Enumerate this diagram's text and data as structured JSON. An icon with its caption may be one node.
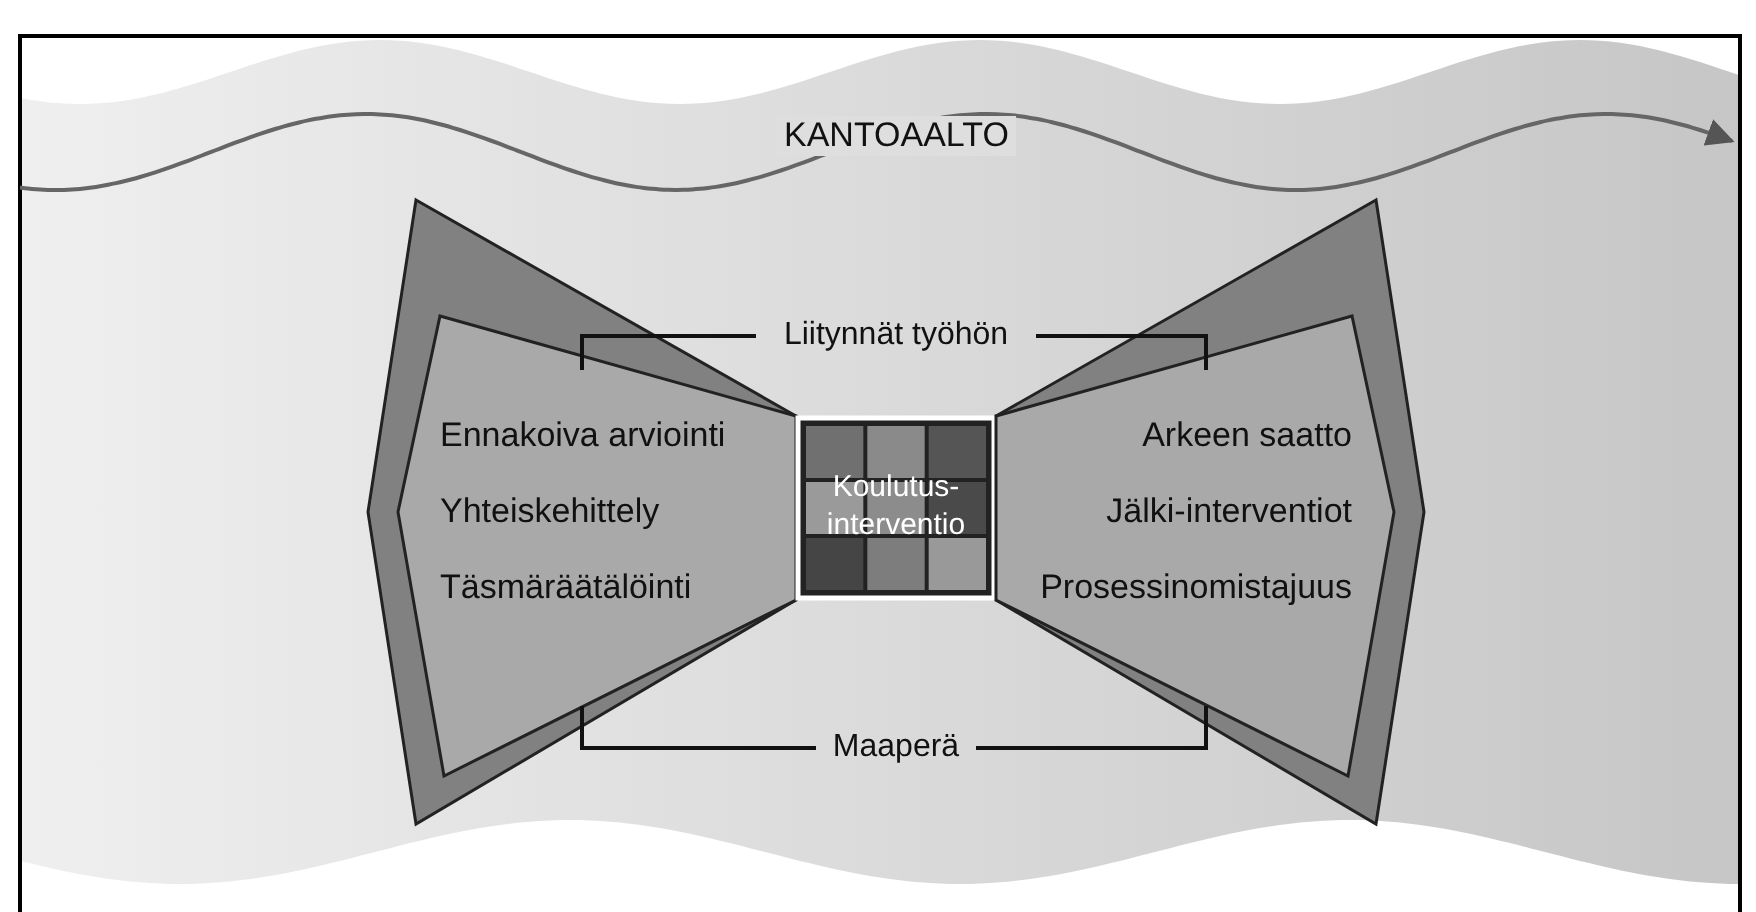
{
  "diagram": {
    "nodes": [
      {
        "text": [
          "KANTOAALTO"
        ]
      },
      {
        "text": [
          "Ennakoiva arviointi",
          "Yhteiskehittely",
          "Täsmäräätälöinti"
        ],
        "in": 0
      },
      {
        "text": [
          "Koulutus-interventio"
        ],
        "in": 0
      },
      {
        "text": [
          "Arkeen saatto",
          "Jälki-interventiot",
          "Prosessinomistajuus"
        ],
        "in": 0
      },
      {
        "text": [
          "Liitynnät työhön"
        ],
        "in": 0
      },
      {
        "text": [
          "Maaperä"
        ],
        "in": 0
      }
    ],
    "edges": [
      {
        "from": 4,
        "to": 1,
        "arrow": "none"
      },
      {
        "from": 4,
        "to": 3,
        "arrow": "none"
      },
      {
        "from": 5,
        "to": 1,
        "arrow": "none"
      },
      {
        "from": 5,
        "to": 3,
        "arrow": "none"
      }
    ]
  }
}
